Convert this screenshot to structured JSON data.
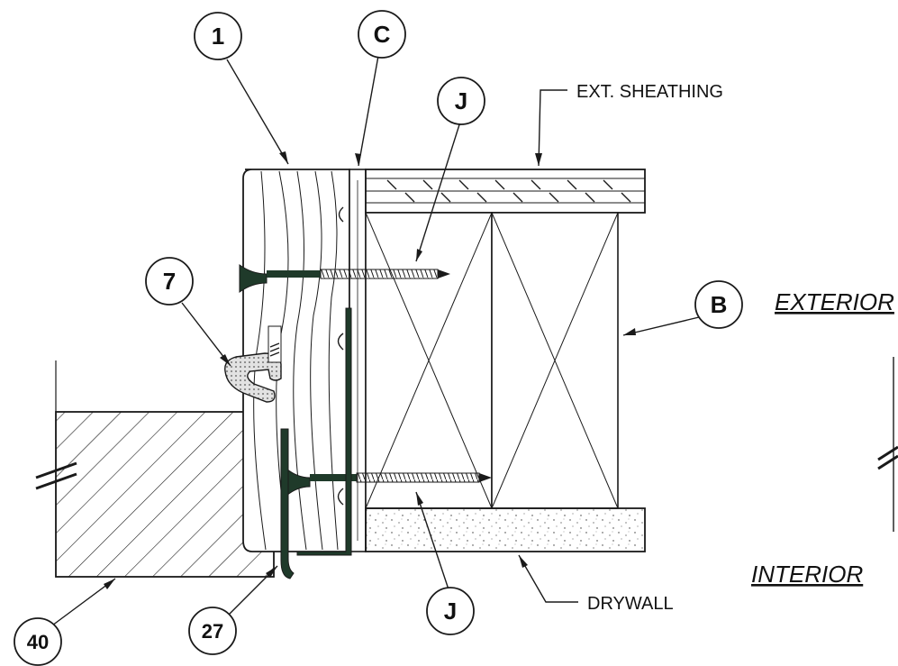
{
  "callouts": {
    "frame_1": "1",
    "c": "C",
    "j_top": "J",
    "j_bottom": "J",
    "seven": "7",
    "b": "B",
    "forty": "40",
    "twentyseven": "27"
  },
  "labels": {
    "ext_sheathing": "EXT. SHEATHING",
    "drywall": "DRYWALL",
    "exterior": "EXTERIOR",
    "interior": "INTERIOR"
  },
  "colors": {
    "line": "#1a1a1a",
    "clip": "#1f3a2a",
    "gasket": "#d8d8d8",
    "drywall_fill": "#f4f4f4"
  }
}
